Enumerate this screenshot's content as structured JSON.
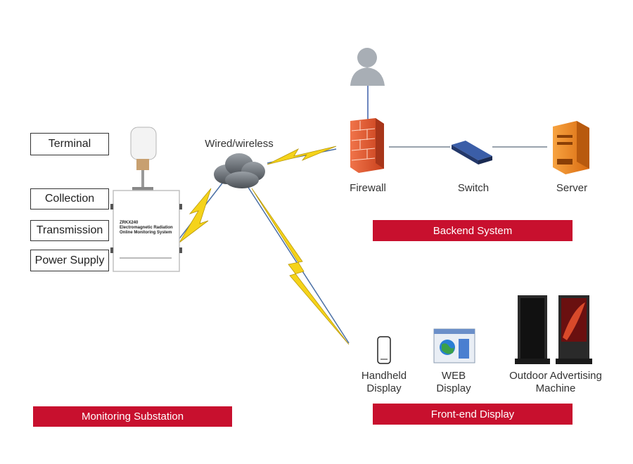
{
  "substation": {
    "modules": [
      "Terminal",
      "Collection",
      "Transmission",
      "Power Supply"
    ],
    "device_model": "ZRKX240",
    "device_name_line1": "Electromagnetic Radiation",
    "device_name_line2": "Online Monitoring System",
    "banner": "Monitoring Substation"
  },
  "network": {
    "label": "Wired/wireless"
  },
  "backend": {
    "firewall": "Firewall",
    "switch": "Switch",
    "server": "Server",
    "banner": "Backend System"
  },
  "frontend": {
    "handheld_line1": "Handheld",
    "handheld_line2": "Display",
    "web_line1": "WEB",
    "web_line2": "Display",
    "outdoor_line1": "Outdoor Advertising",
    "outdoor_line2": "Machine",
    "banner": "Front-end Display"
  },
  "colors": {
    "banner": "#c8102e",
    "lightning": "#f5d31a",
    "link_line": "#4a6fa5",
    "firewall": "#e0552b",
    "server": "#f08a1c"
  },
  "icons": [
    "user-icon",
    "firewall-icon",
    "switch-icon",
    "server-icon",
    "cloud-icon",
    "antenna-icon",
    "monitor-box-icon",
    "phone-icon",
    "web-browser-icon",
    "kiosk-icon"
  ]
}
